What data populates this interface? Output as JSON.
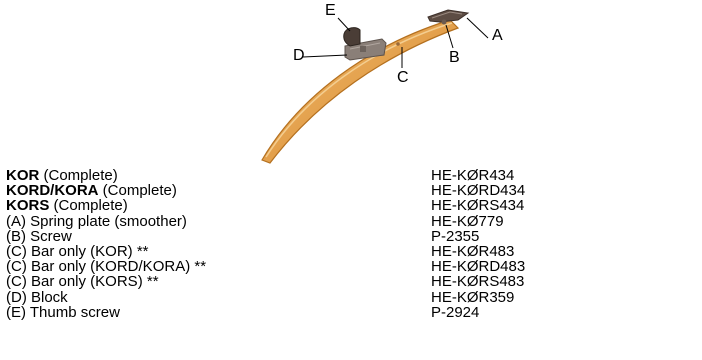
{
  "figure": {
    "callouts": {
      "a": "A",
      "b": "B",
      "c": "C",
      "d": "D",
      "e": "E"
    },
    "colors": {
      "bar_light": "#e6a85a",
      "bar_dark": "#b4701f",
      "block": "#8a7f78",
      "plate": "#5d4d44"
    }
  },
  "parts": [
    {
      "name": "KOR",
      "desc": " (Complete)",
      "part_no": "HE-KØR434"
    },
    {
      "name": "KORD/KORA",
      "desc": " (Complete)",
      "part_no": "HE-KØRD434"
    },
    {
      "name": "KORS",
      "desc": " (Complete)",
      "part_no": "HE-KØRS434"
    },
    {
      "name": "",
      "desc": "(A) Spring plate (smoother)",
      "part_no": "HE-KØ779"
    },
    {
      "name": "",
      "desc": "(B) Screw",
      "part_no": "P-2355"
    },
    {
      "name": "",
      "desc": "(C) Bar only (KOR) **",
      "part_no": "HE-KØR483"
    },
    {
      "name": "",
      "desc": "(C) Bar only (KORD/KORA) **",
      "part_no": "HE-KØRD483"
    },
    {
      "name": "",
      "desc": "(C) Bar only (KORS) **",
      "part_no": "HE-KØRS483"
    },
    {
      "name": "",
      "desc": "(D) Block",
      "part_no": "HE-KØR359"
    },
    {
      "name": "",
      "desc": "(E) Thumb screw",
      "part_no": "P-2924"
    }
  ]
}
